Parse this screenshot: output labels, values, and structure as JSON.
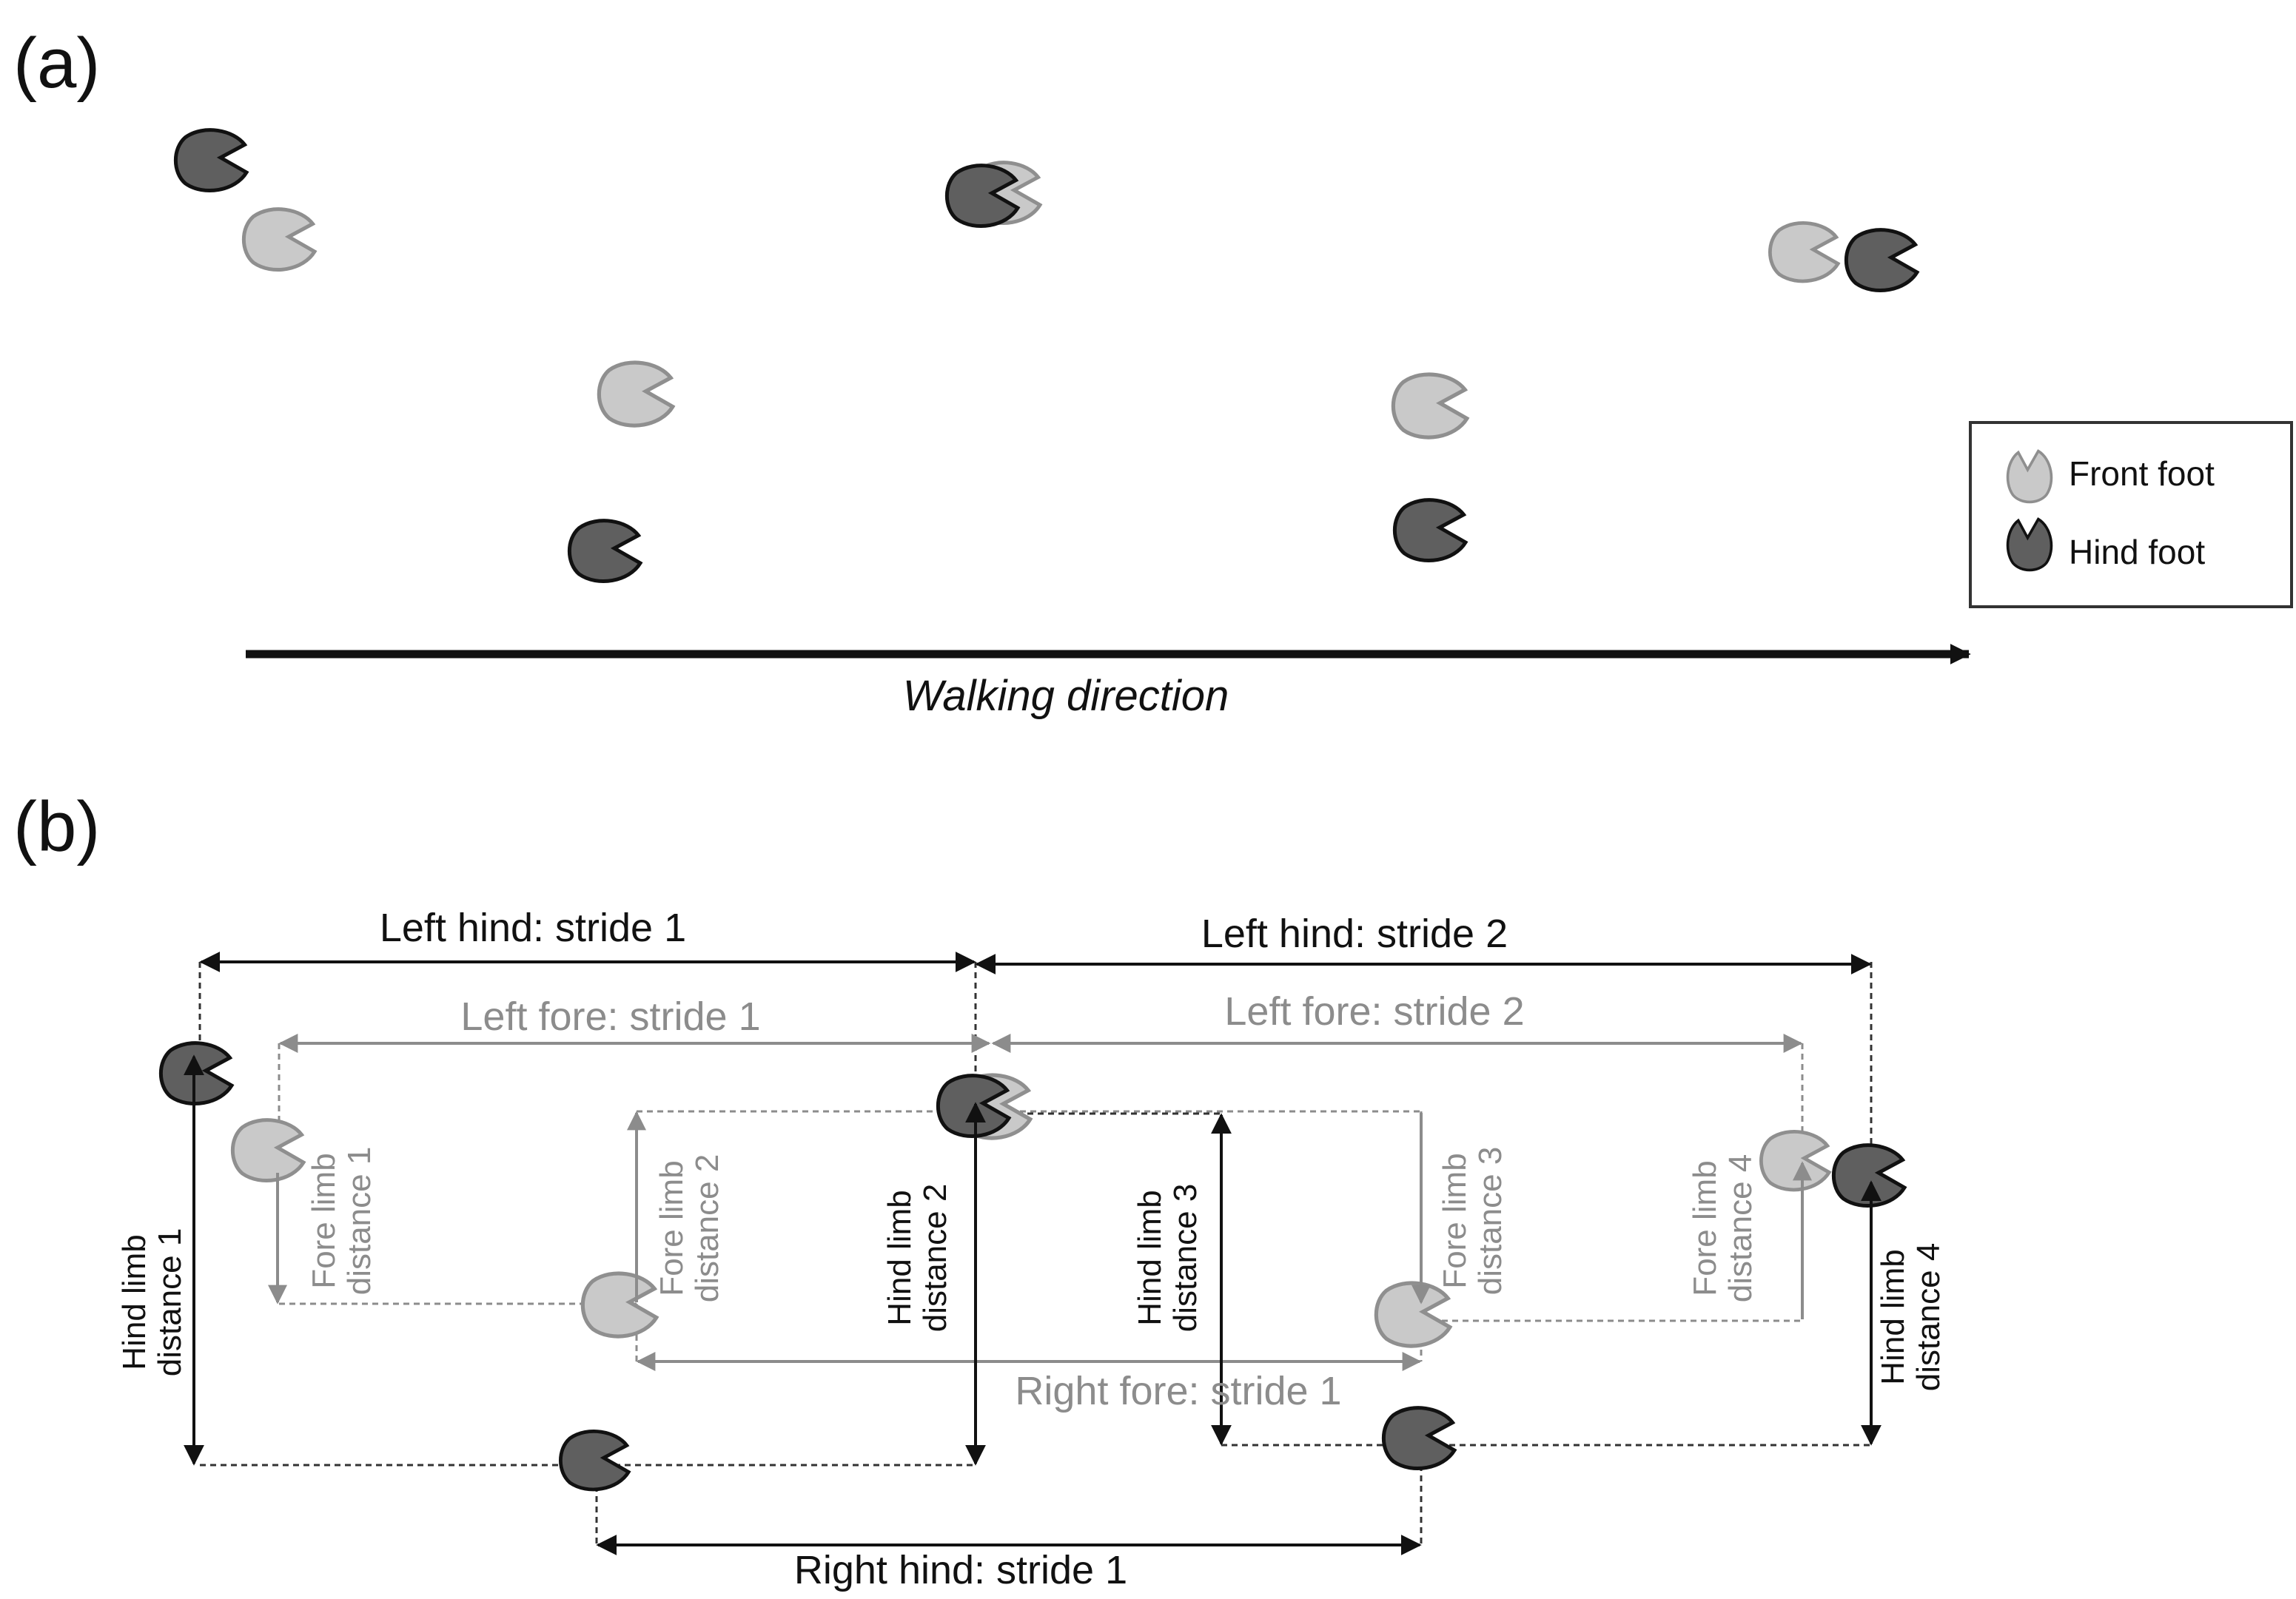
{
  "panel_a": {
    "label": "(a)",
    "walking_direction": "Walking direction",
    "legend": {
      "front": "Front foot",
      "hind": "Hind foot"
    }
  },
  "panel_b": {
    "label": "(b)",
    "strides": {
      "left_hind_1": "Left hind: stride 1",
      "left_hind_2": "Left hind: stride 2",
      "left_fore_1": "Left fore: stride 1",
      "left_fore_2": "Left fore: stride 2",
      "right_fore_1": "Right fore: stride 1",
      "right_hind_1": "Right hind: stride 1"
    },
    "distances": {
      "hind_1": [
        "Hind limb",
        "distance 1"
      ],
      "hind_2": [
        "Hind limb",
        "distance 2"
      ],
      "hind_3": [
        "Hind limb",
        "distance 3"
      ],
      "hind_4": [
        "Hind limb",
        "distance 4"
      ],
      "fore_1": [
        "Fore limb",
        "distance 1"
      ],
      "fore_2": [
        "Fore limb",
        "distance 2"
      ],
      "fore_3": [
        "Fore limb",
        "distance 3"
      ],
      "fore_4": [
        "Fore limb",
        "distance 4"
      ]
    }
  },
  "colors": {
    "front_fill": "#c9c9c9",
    "front_stroke": "#8f8f8f",
    "hind_fill": "#5f5f5f",
    "hind_stroke": "#111111",
    "grey_line": "#8c8c8c"
  }
}
